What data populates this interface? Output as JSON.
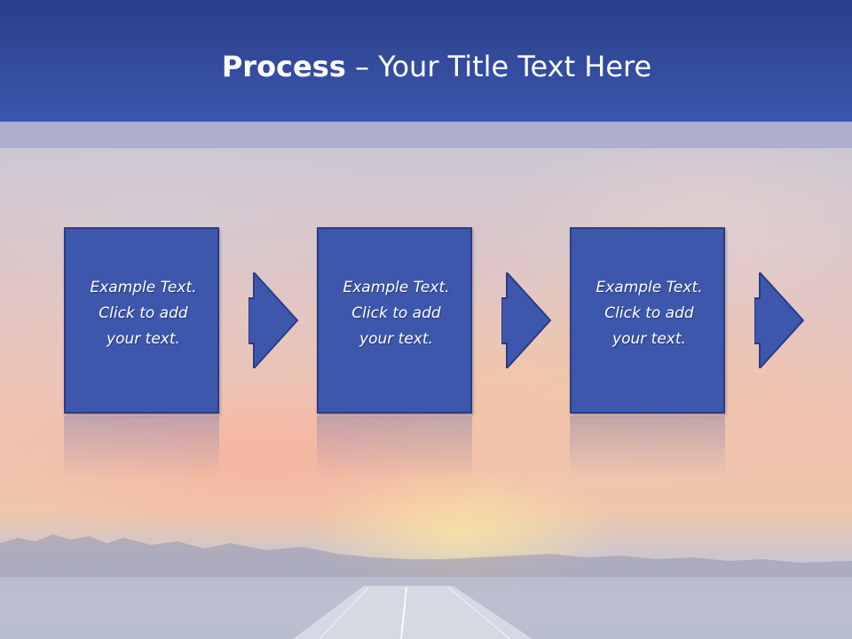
{
  "slide": {
    "title_bold": "Process",
    "title_rest": " – Your Title Text Here"
  },
  "steps": [
    {
      "lines": [
        "Example Text.",
        "Click  to add",
        "your text."
      ]
    },
    {
      "lines": [
        "Example Text.",
        "Click  to add",
        "your text."
      ]
    },
    {
      "lines": [
        "Example Text.",
        "Click  to add",
        "your text."
      ]
    }
  ],
  "colors": {
    "header": "#3b56ad",
    "box_fill": "#3d57ad",
    "box_border": "#2a3d85",
    "text": "#ffffff"
  }
}
